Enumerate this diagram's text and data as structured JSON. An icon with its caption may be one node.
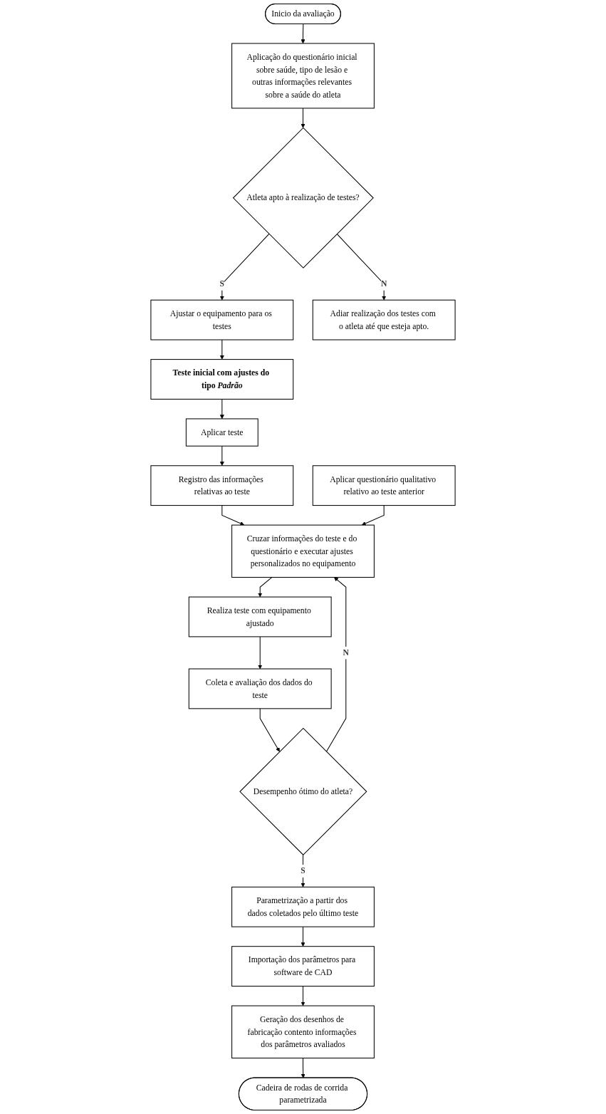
{
  "diagram": {
    "nodes": [
      {
        "text": [
          "Inicio da avaliação"
        ]
      },
      {
        "text": [
          "Aplicação do questionário inicial sobre saúde, tipo de lesão e outras informações relevantes sobre a saúde do atleta"
        ]
      },
      {
        "text": [
          "Atleta apto à realização de testes?"
        ]
      },
      {
        "text": [
          "Ajustar o equipamento para os testes"
        ]
      },
      {
        "text": [
          "Teste inicial com ajustes do tipo *Padrão*"
        ]
      },
      {
        "text": [
          "Adiar realização dos testes com o atleta até que esteja apto."
        ]
      },
      {
        "text": [
          "Aplicar teste"
        ]
      },
      {
        "text": [
          "Registro das informações relativas ao teste"
        ]
      },
      {
        "text": [
          "Aplicar questionário qualitativo relativo ao teste anterior"
        ]
      },
      {
        "text": [
          "Cruzar informações do teste e do questionário e executar ajustes personalizados no equipamento"
        ]
      },
      {
        "text": [
          "Realiza teste com equipamento ajustado"
        ]
      },
      {
        "text": [
          "Coleta e avaliação dos dados do teste"
        ]
      },
      {
        "text": [
          "Desempenho ótimo do atleta?"
        ]
      },
      {
        "text": [
          "Parametrização a partir dos dados coletados pelo último teste"
        ]
      },
      {
        "text": [
          "Importação dos parâmetros para software de CAD"
        ]
      },
      {
        "text": [
          "Geração dos desenhos de fabricação contento informações dos parâmetros avaliados"
        ]
      },
      {
        "text": [
          "Cadeira de rodas de corrida parametrizada"
        ]
      }
    ],
    "edges": [
      {
        "from": 0,
        "to": 1,
        "arrow": "to"
      },
      {
        "from": 1,
        "to": 2,
        "arrow": "to"
      },
      {
        "from": 2,
        "to": 3,
        "arrow": "to",
        "label": "S"
      },
      {
        "from": 2,
        "to": 5,
        "arrow": "to",
        "label": "N"
      },
      {
        "from": 3,
        "to": 4,
        "arrow": "to"
      },
      {
        "from": 4,
        "to": 6,
        "arrow": "to"
      },
      {
        "from": 6,
        "to": 7,
        "arrow": "to"
      },
      {
        "from": 7,
        "to": 9,
        "arrow": "to"
      },
      {
        "from": 8,
        "to": 9,
        "arrow": "to"
      },
      {
        "from": 9,
        "to": 10,
        "arrow": "to"
      },
      {
        "from": 10,
        "to": 11,
        "arrow": "to"
      },
      {
        "from": 11,
        "to": 12,
        "arrow": "to"
      },
      {
        "from": 12,
        "to": 9,
        "arrow": "to",
        "label": "N"
      },
      {
        "from": 12,
        "to": 13,
        "arrow": "to",
        "label": "S"
      },
      {
        "from": 13,
        "to": 14,
        "arrow": "to"
      },
      {
        "from": 14,
        "to": 15,
        "arrow": "to"
      },
      {
        "from": 15,
        "to": 16,
        "arrow": "to"
      }
    ]
  }
}
